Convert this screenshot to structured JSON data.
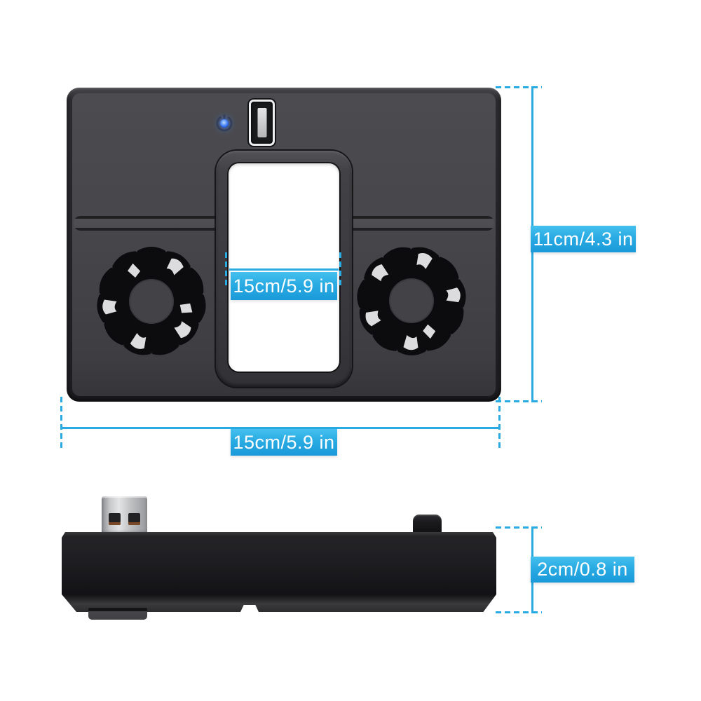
{
  "image_type": "product-dimension-diagram",
  "labels": {
    "inner_width": "15cm/5.9 in",
    "device_height": "11cm/4.3 in",
    "device_width": "15cm/5.9 in",
    "device_thickness": "2cm/0.8 in"
  },
  "colors": {
    "accent": "#29abe2",
    "label_gradient_top": "#45c0ef",
    "label_gradient_bottom": "#1b99da",
    "led_blue": "#3b7bf2",
    "device_face": "#47474b",
    "device_side": "#1a1a1d",
    "background": "#ffffff"
  },
  "icons": {
    "power_icon": "power-symbol-ring-with-blue-led",
    "usb_port_icon": "usb-a-female-port",
    "usb_plug_icon": "usb-a-male-plug",
    "fan_icon": "radial-fan-vent-grille",
    "knob_icon": "round-black-knob"
  }
}
